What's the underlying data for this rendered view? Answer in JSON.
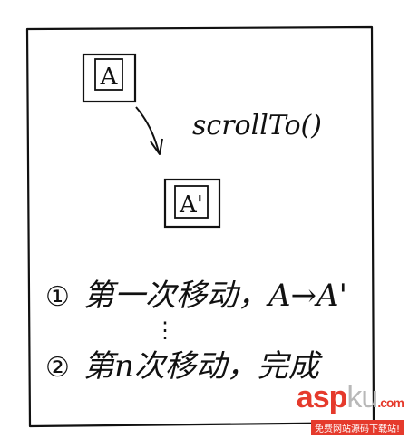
{
  "diagram": {
    "box_a_label": "A",
    "box_a_prime_label": "A'",
    "method_label": "scrollTo()",
    "steps": [
      {
        "marker": "①",
        "text": "第一次移动，A→A'"
      },
      {
        "marker": "②",
        "text": "第n次移动，完成"
      }
    ],
    "ellipsis": "⋮"
  },
  "watermark": {
    "asp": "asp",
    "ku": "ku",
    "com": ".com",
    "subtitle": "免费网站源码下载站!"
  }
}
